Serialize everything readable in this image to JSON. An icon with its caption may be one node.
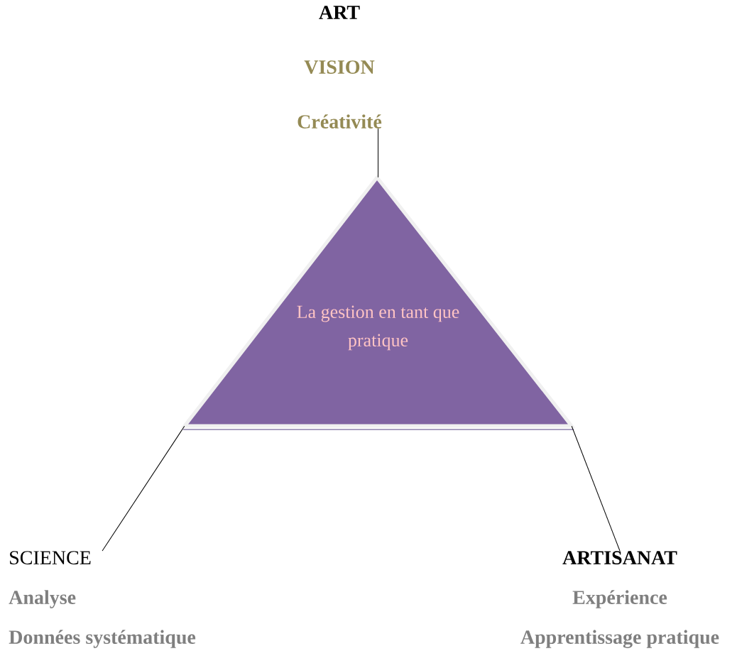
{
  "diagram": {
    "nodes": [
      {
        "text": [
          "La gestion en tant que pratique"
        ]
      },
      {
        "text": [
          "ART",
          "VISION",
          "Créativité"
        ]
      },
      {
        "text": [
          "SCIENCE",
          "Analyse",
          "Données systématique"
        ]
      },
      {
        "text": [
          "ARTISANAT",
          "Expérience",
          "Apprentissage pratique"
        ]
      }
    ],
    "edges": [
      {
        "from": 0,
        "to": 1,
        "arrow": "none"
      },
      {
        "from": 0,
        "to": 2,
        "arrow": "none"
      },
      {
        "from": 0,
        "to": 3,
        "arrow": "none"
      }
    ]
  }
}
